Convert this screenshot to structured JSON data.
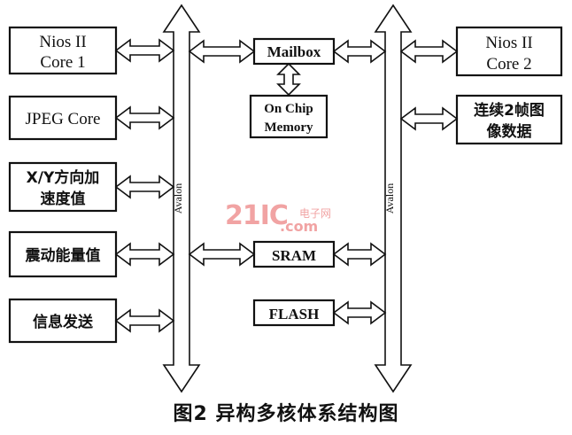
{
  "left_blocks": [
    {
      "line1": "Nios II",
      "line2": "Core 1"
    },
    {
      "line1": "JPEG Core",
      "line2": ""
    },
    {
      "line1": "X/Y方向加",
      "line2": "速度值"
    },
    {
      "line1": "震动能量值",
      "line2": ""
    },
    {
      "line1": "信息发送",
      "line2": ""
    }
  ],
  "middle_blocks": {
    "mailbox": "Mailbox",
    "onchip_line1": "On Chip",
    "onchip_line2": "Memory",
    "sram": "SRAM",
    "flash": "FLASH"
  },
  "right_blocks": [
    {
      "line1": "Nios II",
      "line2": "Core 2"
    },
    {
      "line1": "连续2帧图",
      "line2": "像数据"
    }
  ],
  "bus_labels": {
    "left": "Avalon",
    "right": "Avalon"
  },
  "watermark": {
    "brand": "21IC",
    "cn": "电子网",
    "domain": ".com"
  },
  "caption": "图2  异构多核体系结构图"
}
